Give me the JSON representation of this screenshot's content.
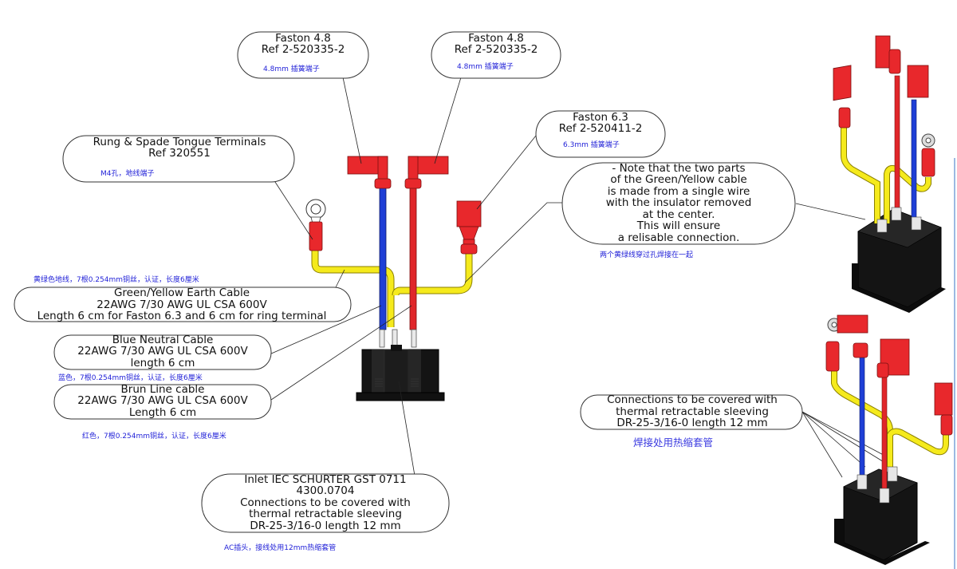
{
  "diagram": {
    "title": "Power inlet wiring harness assembly",
    "colors": {
      "earth_wire": "#f5ea1c",
      "neutral_wire": "#1f3fd6",
      "line_wire": "#e0262a",
      "terminal_red": "#e8282c",
      "inlet_body": "#111111",
      "annotation_cn": "#2323d8"
    },
    "callouts": {
      "faston48_left": {
        "lines": [
          "Faston 4.8",
          "Ref 2-520335-2"
        ],
        "cn": "4.8mm 插簧端子"
      },
      "faston48_right": {
        "lines": [
          "Faston 4.8",
          "Ref 2-520335-2"
        ],
        "cn": "4.8mm 插簧端子"
      },
      "faston63": {
        "lines": [
          "Faston 6.3",
          "Ref 2-520411-2"
        ],
        "cn": "6.3mm 插簧端子"
      },
      "ring_terminal": {
        "lines": [
          "Rung & Spade Tongue Terminals",
          "Ref 320551"
        ],
        "cn": "M4孔，地线端子"
      },
      "note": {
        "lines": [
          "- Note that the two parts",
          "of the Green/Yellow cable",
          "is made from a single wire",
          "with the insulator removed",
          "at the center.",
          "This will ensure",
          "a relisable connection."
        ],
        "cn": "两个黄绿线穿过孔焊接在一起"
      },
      "earth_cable": {
        "cn": "黄绿色地线，7根0.254mm铜丝，认证，长度6厘米",
        "lines": [
          "Green/Yellow Earth Cable",
          "22AWG 7/30 AWG UL CSA 600V",
          "Length 6 cm for Faston 6.3 and 6 cm for ring terminal"
        ]
      },
      "neutral_cable": {
        "lines": [
          "Blue Neutral Cable",
          "22AWG 7/30 AWG UL CSA 600V",
          "length 6 cm"
        ],
        "cn": "蓝色，7根0.254mm铜丝，认证，长度6厘米"
      },
      "line_cable": {
        "lines": [
          "Brun Line cable",
          "22AWG 7/30 AWG UL CSA 600V",
          "Length 6 cm"
        ],
        "cn": "红色，7根0.254mm铜丝，认证，长度6厘米"
      },
      "inlet": {
        "lines": [
          "Inlet IEC SCHURTER GST 0711",
          "4300.0704",
          "Connections to be covered with",
          "thermal retractable sleeving",
          "DR-25-3/16-0 length 12 mm"
        ],
        "cn": "AC插头，接线处用12mm热缩套管"
      },
      "sleeving": {
        "lines": [
          "Connections to be covered with",
          "thermal retractable sleeving",
          "DR-25-3/16-0 length 12 mm"
        ],
        "cn": "焊接处用热缩套管"
      }
    }
  }
}
